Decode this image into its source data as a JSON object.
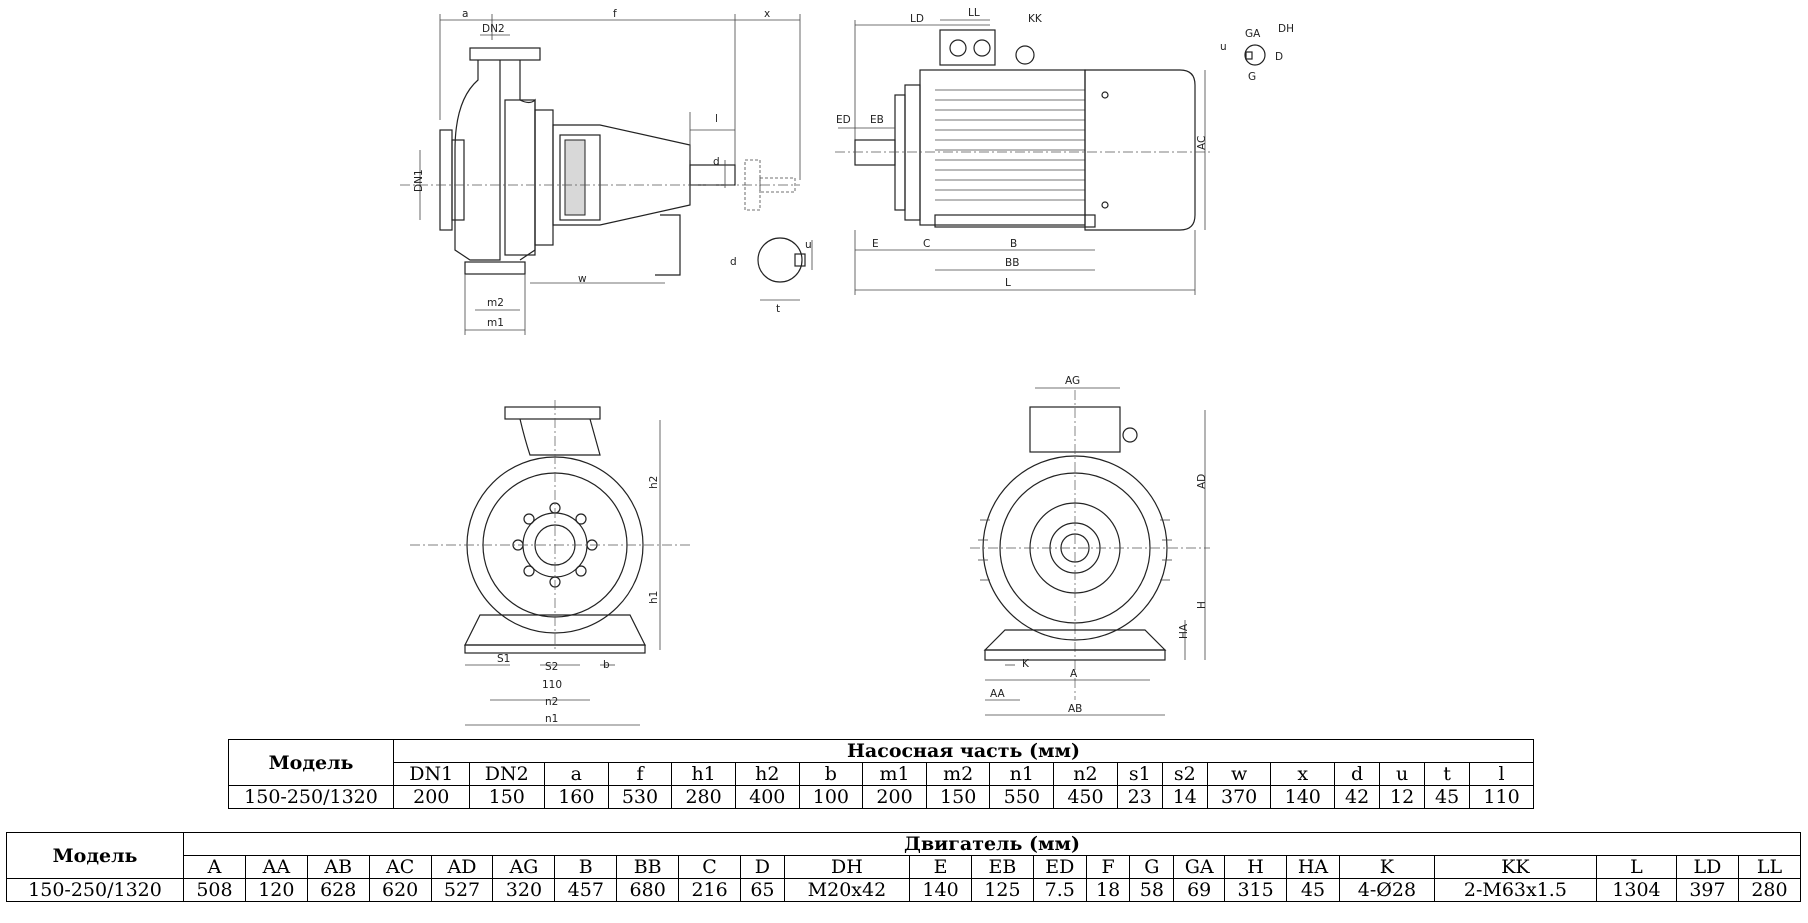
{
  "drawing_labels": {
    "top_left": [
      "a",
      "f",
      "x",
      "DN2",
      "DN1",
      "d",
      "l",
      "w",
      "m2",
      "m1",
      "d",
      "u",
      "t"
    ],
    "top_right": [
      "LD",
      "LL",
      "KK",
      "ED",
      "EB",
      "AC",
      "E",
      "C",
      "B",
      "BB",
      "L",
      "GA",
      "DH",
      "u",
      "D",
      "G"
    ],
    "bottom_left": [
      "h2",
      "h1",
      "S1",
      "S2",
      "110",
      "b",
      "n2",
      "n1"
    ],
    "bottom_right": [
      "AG",
      "AD",
      "H",
      "HA",
      "K",
      "A",
      "AA",
      "AB"
    ]
  },
  "pump_table": {
    "model_header": "Модель",
    "group_header": "Насосная часть (мм)",
    "columns": [
      "DN1",
      "DN2",
      "a",
      "f",
      "h1",
      "h2",
      "b",
      "m1",
      "m2",
      "n1",
      "n2",
      "s1",
      "s2",
      "w",
      "x",
      "d",
      "u",
      "t",
      "l"
    ],
    "row": {
      "model": "150-250/1320",
      "values": [
        "200",
        "150",
        "160",
        "530",
        "280",
        "400",
        "100",
        "200",
        "150",
        "550",
        "450",
        "23",
        "14",
        "370",
        "140",
        "42",
        "12",
        "45",
        "110"
      ]
    }
  },
  "motor_table": {
    "model_header": "Модель",
    "group_header": "Двигатель (мм)",
    "columns": [
      "A",
      "AA",
      "AB",
      "AC",
      "AD",
      "AG",
      "B",
      "BB",
      "C",
      "D",
      "DH",
      "E",
      "EB",
      "ED",
      "F",
      "G",
      "GA",
      "H",
      "HA",
      "K",
      "KK",
      "L",
      "LD",
      "LL"
    ],
    "row": {
      "model": "150-250/1320",
      "values": [
        "508",
        "120",
        "628",
        "620",
        "527",
        "320",
        "457",
        "680",
        "216",
        "65",
        "M20x42",
        "140",
        "125",
        "7.5",
        "18",
        "58",
        "69",
        "315",
        "45",
        "4-Ø28",
        "2-M63x1.5",
        "1304",
        "397",
        "280"
      ]
    }
  }
}
